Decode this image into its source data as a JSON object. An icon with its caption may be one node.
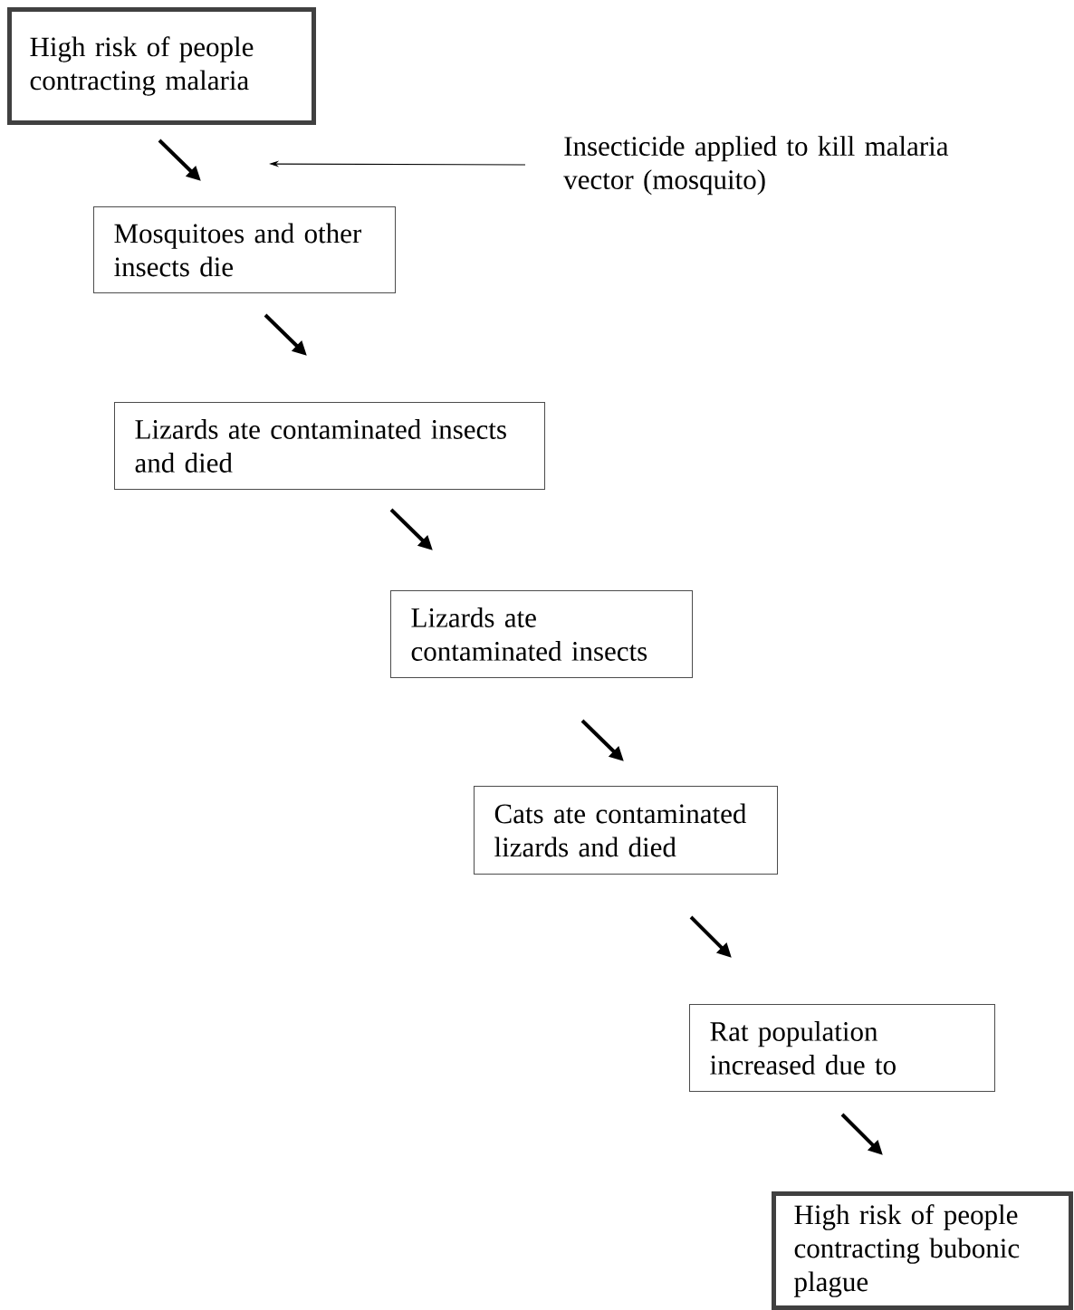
{
  "diagram": {
    "nodes": [
      {
        "text": [
          "High risk of people contracting malaria"
        ]
      },
      {
        "text": [
          "Insecticide applied to kill malaria vector (mosquito)"
        ]
      },
      {
        "text": [
          "Mosquitoes and other insects die"
        ]
      },
      {
        "text": [
          "Lizards ate contaminated insects and died"
        ]
      },
      {
        "text": [
          "Lizards ate contaminated insects"
        ]
      },
      {
        "text": [
          "Cats ate contaminated lizards and died"
        ]
      },
      {
        "text": [
          "Rat population increased due to"
        ]
      },
      {
        "text": [
          "High risk of people contracting bubonic plague"
        ]
      }
    ],
    "edges": [
      {
        "from": 0,
        "to": 2,
        "arrow": "to"
      },
      {
        "from": 1,
        "to": null,
        "arrow": "to"
      },
      {
        "from": 2,
        "to": 3,
        "arrow": "to"
      },
      {
        "from": 3,
        "to": 4,
        "arrow": "to"
      },
      {
        "from": 4,
        "to": 5,
        "arrow": "to"
      },
      {
        "from": 5,
        "to": 6,
        "arrow": "to"
      },
      {
        "from": 6,
        "to": 7,
        "arrow": "to"
      }
    ]
  }
}
